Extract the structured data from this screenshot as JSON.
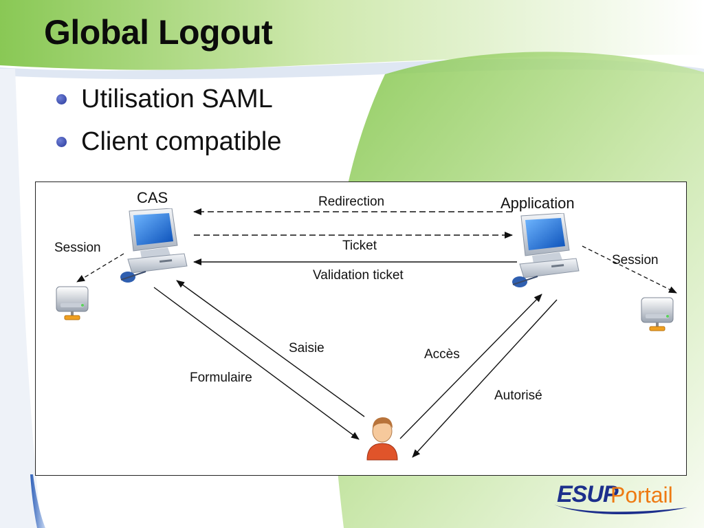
{
  "slide": {
    "title": "Global Logout",
    "bullets": [
      {
        "text": "Utilisation SAML"
      },
      {
        "text": "Client compatible"
      }
    ]
  },
  "diagram": {
    "nodes": {
      "cas": {
        "label": "CAS",
        "icon": "computer-icon"
      },
      "application": {
        "label": "Application",
        "icon": "computer-icon"
      },
      "user": {
        "icon": "user-icon"
      },
      "cas_session": {
        "label": "Session",
        "icon": "server-icon"
      },
      "app_session": {
        "label": "Session",
        "icon": "server-icon"
      }
    },
    "edges": {
      "redirection": "Redirection",
      "ticket": "Ticket",
      "validation": "Validation ticket",
      "saisie": "Saisie",
      "formulaire": "Formulaire",
      "acces": "Accès",
      "autorise": "Autorisé"
    }
  },
  "logo": {
    "brand": "ESUP",
    "product": "Portail"
  },
  "colors": {
    "title": "#0b0b0b",
    "bullet": "#28389a",
    "green": "#8dc63f",
    "blue_bar": "#3a6fc4",
    "logo_blue": "#1c2f8c",
    "logo_orange": "#ee7a12"
  }
}
